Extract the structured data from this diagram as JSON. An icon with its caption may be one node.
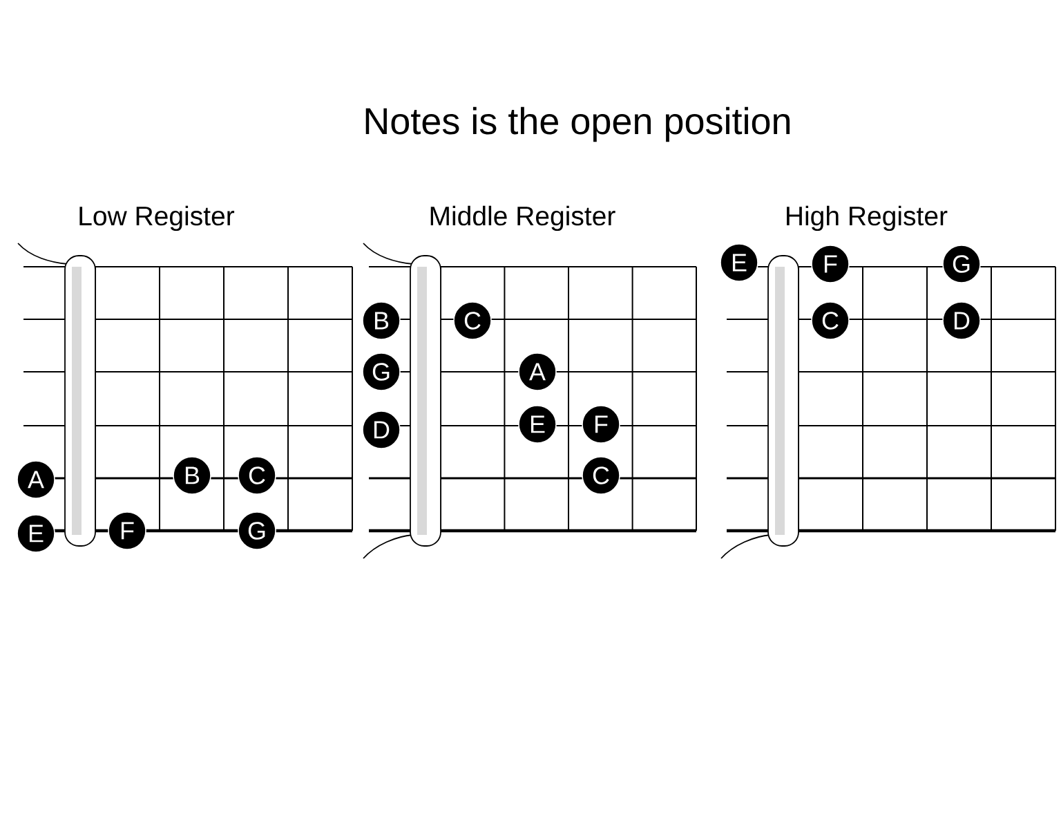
{
  "diagram": {
    "title": "Notes is the open position",
    "nodes": [
      {
        "text": [
          "A"
        ]
      },
      {
        "text": [
          "B"
        ]
      },
      {
        "text": [
          "C"
        ]
      },
      {
        "text": [
          "E"
        ]
      },
      {
        "text": [
          "F"
        ]
      },
      {
        "text": [
          "G"
        ]
      },
      {
        "text": [
          "B"
        ]
      },
      {
        "text": [
          "C"
        ]
      },
      {
        "text": [
          "G"
        ]
      },
      {
        "text": [
          "A"
        ]
      },
      {
        "text": [
          "D"
        ]
      },
      {
        "text": [
          "E"
        ]
      },
      {
        "text": [
          "F"
        ]
      },
      {
        "text": [
          "C"
        ]
      },
      {
        "text": [
          "E"
        ]
      },
      {
        "text": [
          "F"
        ]
      },
      {
        "text": [
          "G"
        ]
      },
      {
        "text": [
          "C"
        ]
      },
      {
        "text": [
          "D"
        ]
      }
    ],
    "edges": [],
    "labels": [
      "Low Register",
      "Middle Register",
      "High Register"
    ]
  }
}
